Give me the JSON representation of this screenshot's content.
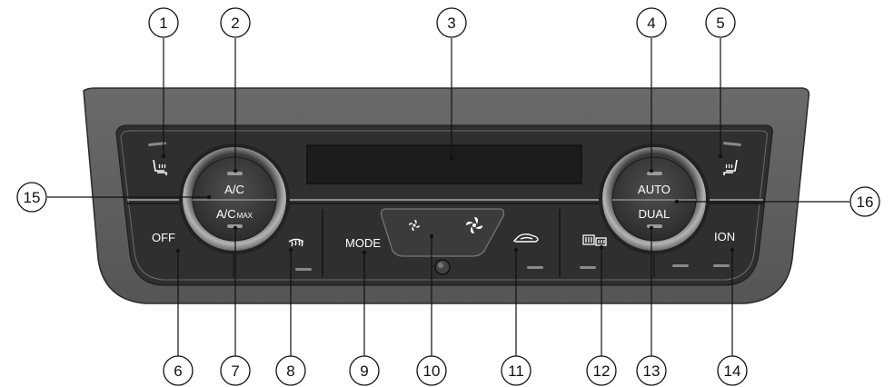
{
  "knob_left": {
    "top_label": "A/C",
    "bottom_label": "A/C",
    "bottom_suffix": "MAX"
  },
  "knob_right": {
    "top_label": "AUTO",
    "bottom_label": "DUAL"
  },
  "buttons": {
    "off": "OFF",
    "mode": "MODE",
    "ion": "ION"
  },
  "callouts": [
    {
      "id": 1,
      "label": "1"
    },
    {
      "id": 2,
      "label": "2"
    },
    {
      "id": 3,
      "label": "3"
    },
    {
      "id": 4,
      "label": "4"
    },
    {
      "id": 5,
      "label": "5"
    },
    {
      "id": 6,
      "label": "6"
    },
    {
      "id": 7,
      "label": "7"
    },
    {
      "id": 8,
      "label": "8"
    },
    {
      "id": 9,
      "label": "9"
    },
    {
      "id": 10,
      "label": "10"
    },
    {
      "id": 11,
      "label": "11"
    },
    {
      "id": 12,
      "label": "12"
    },
    {
      "id": 13,
      "label": "13"
    },
    {
      "id": 14,
      "label": "14"
    },
    {
      "id": 15,
      "label": "15"
    },
    {
      "id": 16,
      "label": "16"
    }
  ],
  "icons": {
    "left_seat_heater": "seat-heater-icon",
    "right_seat_heater": "seat-heater-icon",
    "front_defrost": "front-defrost-icon",
    "fan_low": "fan-icon",
    "fan_high": "fan-icon",
    "recirculation": "recirculation-icon",
    "rear_defrost": "rear-defrost-icon"
  },
  "colors": {
    "bezel_outer": "#5f5f5f",
    "bezel_mid": "#3a3a3a",
    "panel": "#2e2e2e",
    "display": "#1b1b1b",
    "knob_ring": "#8a8a8a",
    "knob_face": "#3d3d3d",
    "label_text": "#ffffff",
    "callout_line": "#111111"
  }
}
